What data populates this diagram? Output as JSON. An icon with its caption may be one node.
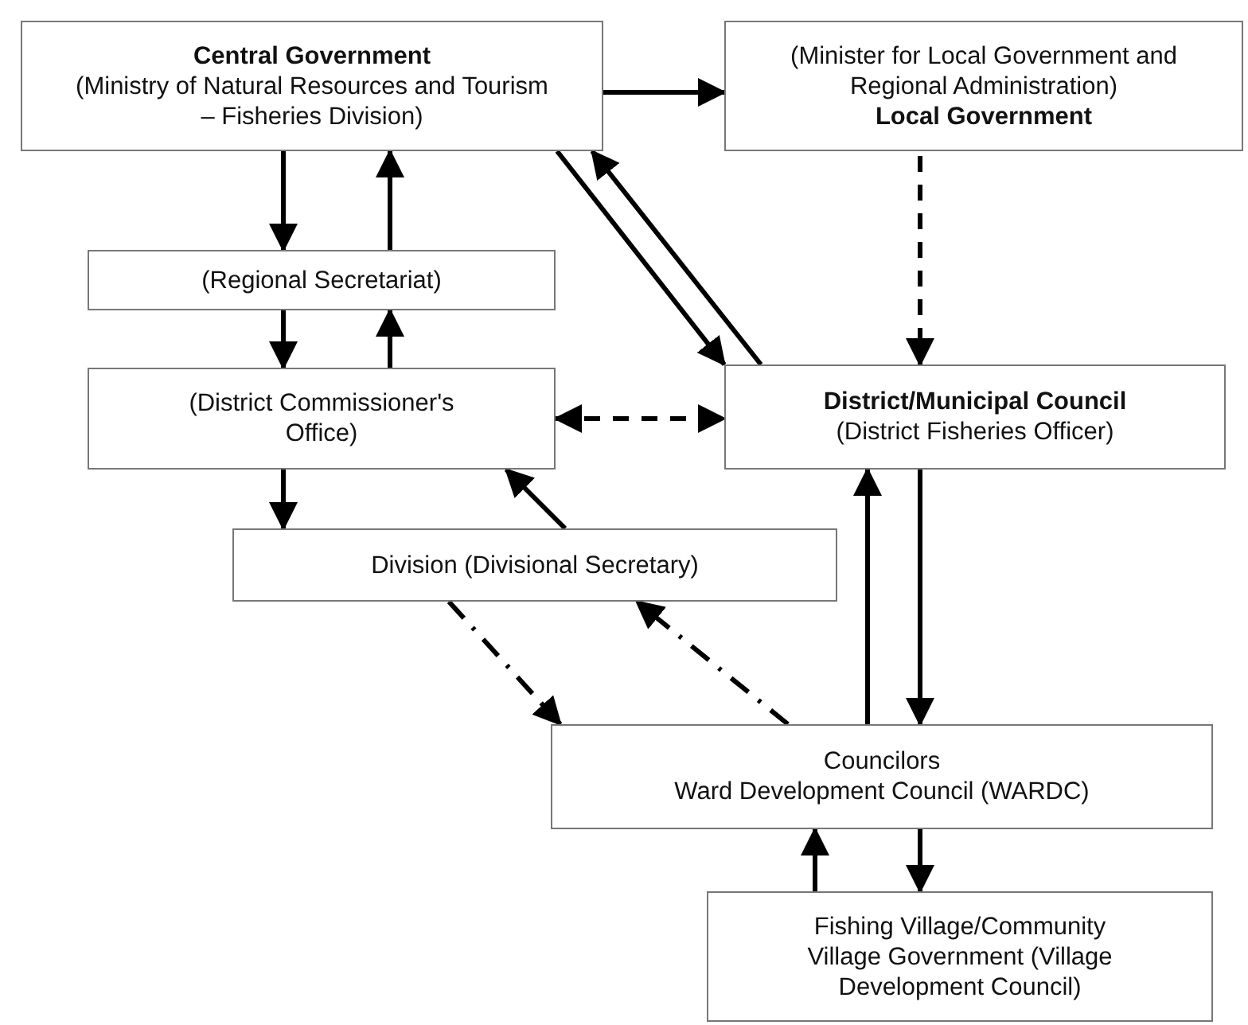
{
  "diagram": {
    "nodes": [
      {
        "text": [
          "Central Government",
          "(Ministry of Natural Resources and Tourism – Fisheries Division)"
        ]
      },
      {
        "text": [
          "(Minister for Local Government and Regional Administration)",
          "Local Government"
        ]
      },
      {
        "text": [
          "(Regional Secretariat)"
        ]
      },
      {
        "text": [
          "(District Commissioner's Office)"
        ]
      },
      {
        "text": [
          "District/Municipal Council",
          "(District Fisheries Officer)"
        ]
      },
      {
        "text": [
          "Division  (Divisional Secretary)"
        ]
      },
      {
        "text": [
          "Councilors",
          "Ward Development Council (WARDC)"
        ]
      },
      {
        "text": [
          "Fishing Village/Community",
          "Village Government  (Village Development Council)"
        ]
      }
    ],
    "edges": [
      {
        "from": 0,
        "to": 1,
        "arrow": "to"
      },
      {
        "from": 0,
        "to": 2,
        "arrow": "to"
      },
      {
        "from": 2,
        "to": 0,
        "arrow": "to"
      },
      {
        "from": 2,
        "to": 3,
        "arrow": "to"
      },
      {
        "from": 3,
        "to": 2,
        "arrow": "to"
      },
      {
        "from": 0,
        "to": 4,
        "arrow": "to"
      },
      {
        "from": 4,
        "to": 0,
        "arrow": "to"
      },
      {
        "from": 1,
        "to": 4,
        "arrow": "to",
        "style": "dashed"
      },
      {
        "from": 3,
        "to": 4,
        "arrow": "both",
        "style": "dashed"
      },
      {
        "from": 3,
        "to": 5,
        "arrow": "to"
      },
      {
        "from": 5,
        "to": 3,
        "arrow": "to"
      },
      {
        "from": 5,
        "to": 6,
        "arrow": "to",
        "style": "dashed"
      },
      {
        "from": 6,
        "to": 5,
        "arrow": "to",
        "style": "dashed"
      },
      {
        "from": 6,
        "to": 4,
        "arrow": "to"
      },
      {
        "from": 4,
        "to": 6,
        "arrow": "to"
      },
      {
        "from": 7,
        "to": 6,
        "arrow": "to"
      },
      {
        "from": 6,
        "to": 7,
        "arrow": "to"
      }
    ]
  }
}
